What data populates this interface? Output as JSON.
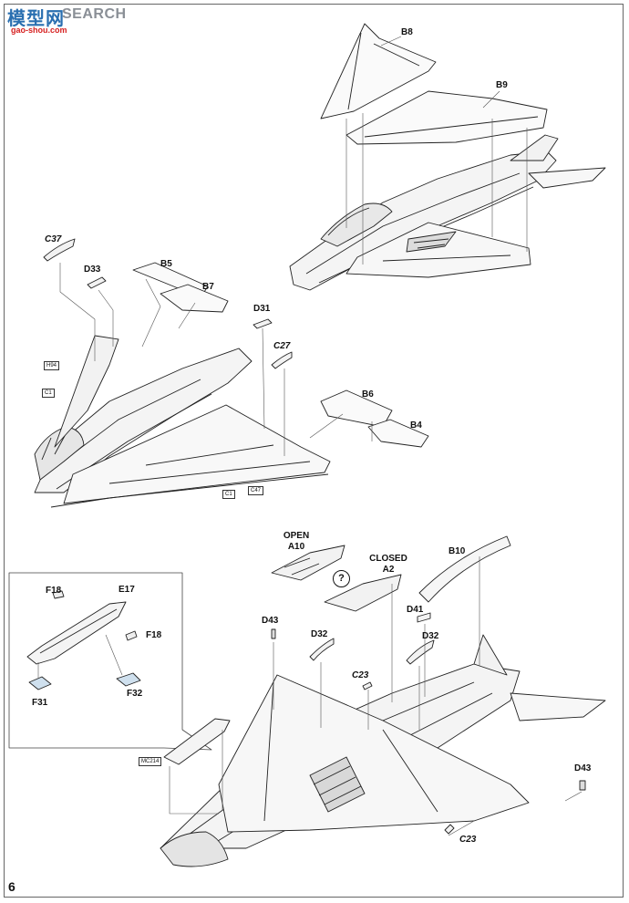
{
  "logo": {
    "mark": "模型网",
    "word": "SEARCH",
    "sub": "gao-shou.com"
  },
  "page_number": "6",
  "parts": {
    "b8": "B8",
    "b9": "B9",
    "b5": "B5",
    "b7": "B7",
    "b6": "B6",
    "b4": "B4",
    "b10": "B10",
    "c37": "C37",
    "d33": "D33",
    "d31": "D31",
    "c27": "C27",
    "open_word": "OPEN",
    "a10": "A10",
    "closed_word": "CLOSED",
    "a2": "A2",
    "d41": "D41",
    "d32a": "D32",
    "d32b": "D32",
    "d43a": "D43",
    "d43b": "D43",
    "c23a": "C23",
    "c23b": "C23",
    "f18a": "F18",
    "e17": "E17",
    "f18b": "F18",
    "f31": "F31",
    "f32": "F32"
  },
  "boxed_refs": {
    "h94": "H94",
    "c1a": "C1",
    "c1b": "C1",
    "c47": "C47",
    "mc214": "MC214"
  },
  "question_mark": "?"
}
